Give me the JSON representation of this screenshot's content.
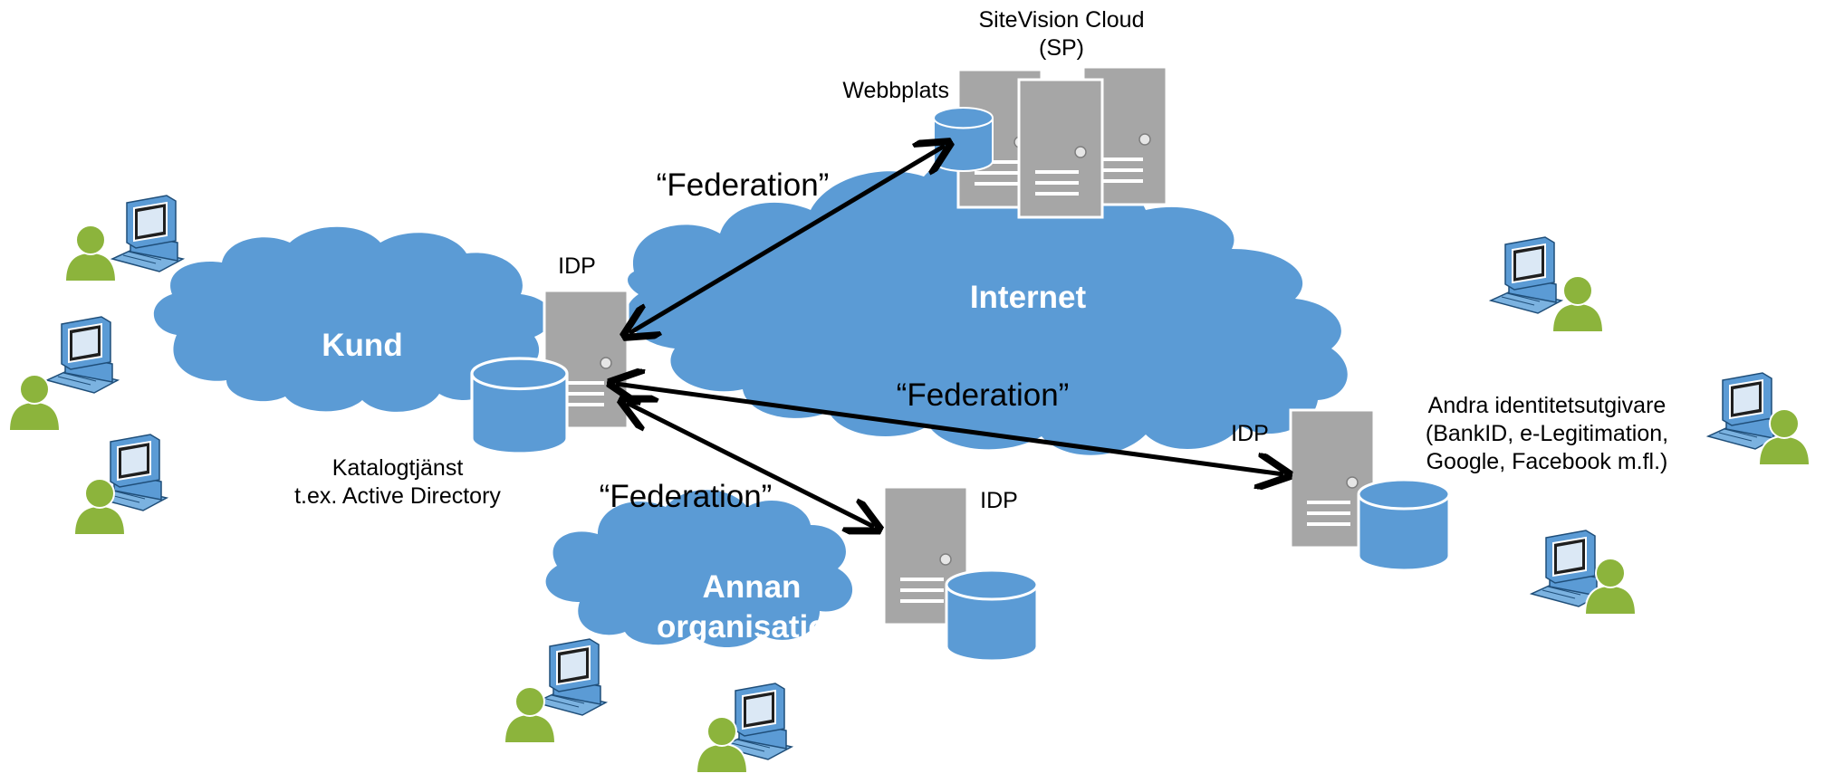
{
  "colors": {
    "cloud": "#5b9bd5",
    "server": "#a6a6a6",
    "database": "#5b9bd5",
    "user": "#8cb43c",
    "arrow": "#000000"
  },
  "clouds": {
    "kund": "Kund",
    "internet": "Internet",
    "annan_line1": "Annan",
    "annan_line2": "organisation"
  },
  "labels": {
    "sitevision_line1": "SiteVision Cloud",
    "sitevision_line2": "(SP)",
    "webbplats": "Webbplats",
    "idp_kund": "IDP",
    "idp_annan": "IDP",
    "idp_other": "IDP",
    "katalog_line1": "Katalogtjänst",
    "katalog_line2": "t.ex. Active Directory",
    "andra_line1": "Andra identitetsutgivare",
    "andra_line2": "(BankID, e-Legitimation,",
    "andra_line3": "Google, Facebook m.fl.)"
  },
  "arrows": {
    "fed_top": "“Federation”",
    "fed_middle": "“Federation”",
    "fed_bottom": "“Federation”"
  },
  "icons": {
    "server": "server-icon",
    "database": "database-icon",
    "user": "user-icon",
    "computer": "computer-icon",
    "cloud": "cloud-shape"
  }
}
